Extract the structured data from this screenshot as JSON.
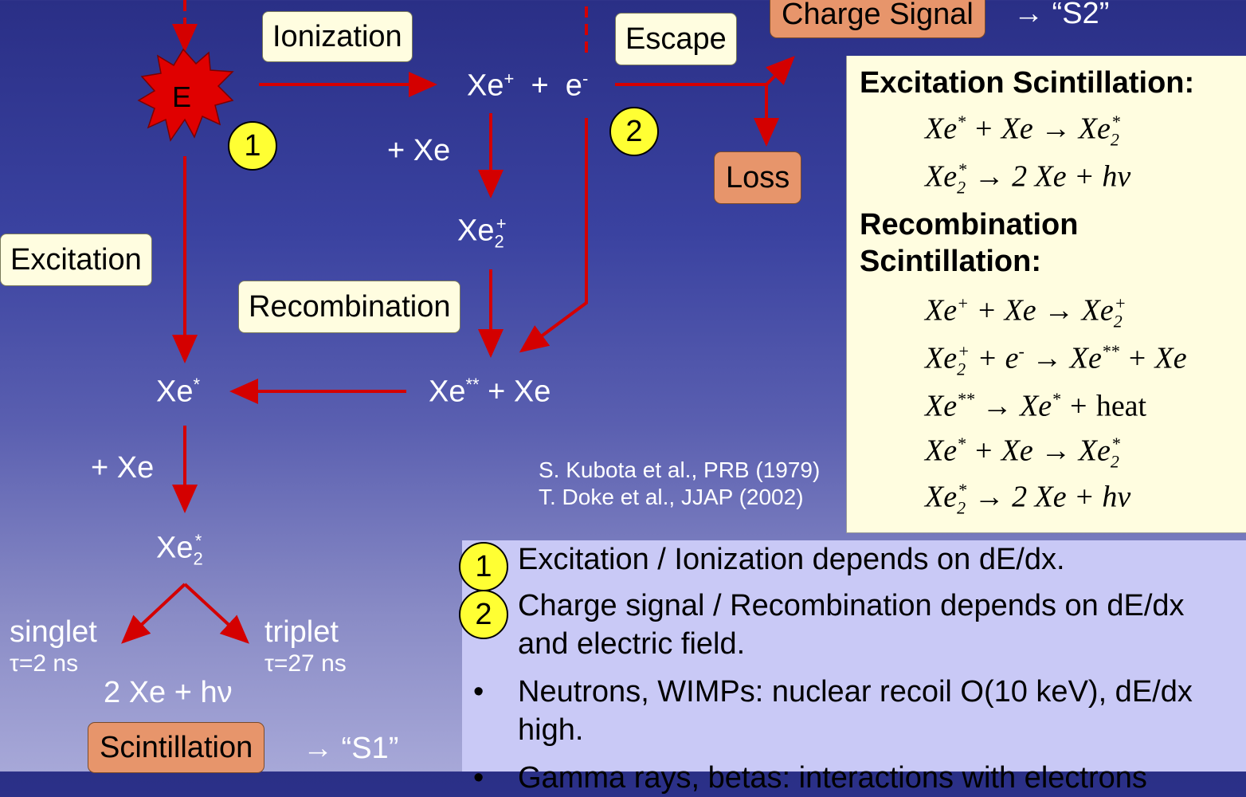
{
  "labels": {
    "ionization": "Ionization",
    "escape": "Escape",
    "charge_signal": "Charge Signal",
    "s2": "→ “S2”",
    "loss": "Loss",
    "excitation": "Excitation",
    "recombination": "Recombination",
    "scintillation": "Scintillation",
    "s1": "→ “S1”",
    "energy": "E",
    "plus_xe_1": "+ Xe",
    "plus_xe_2": "+ Xe",
    "singlet": "singlet",
    "singlet_tau": "τ=2 ns",
    "triplet": "triplet",
    "triplet_tau": "τ=27 ns",
    "products": "2 Xe + hν",
    "marker1": "1",
    "marker2": "2"
  },
  "species": {
    "ion_pair": {
      "a": "Xe",
      "a_sup": "+",
      "plus": "+",
      "b": "e",
      "b_sup": "-"
    },
    "dimer_ion": {
      "a": "Xe",
      "sub": "2",
      "sup": "+"
    },
    "xe_star": {
      "a": "Xe",
      "sup": "*"
    },
    "xe_ss_xe": {
      "a": "Xe",
      "sup": "**",
      "rest": " + Xe"
    },
    "excimer": {
      "a": "Xe",
      "sub": "2",
      "sup": "*"
    }
  },
  "references": [
    "S. Kubota et al., PRB (1979)",
    "T. Doke et al., JJAP (2002)"
  ],
  "equations": {
    "excitation_title": "Excitation Scintillation:",
    "recombination_title_1": "Recombination",
    "recombination_title_2": "Scintillation:"
  },
  "notes": [
    {
      "marker": "1",
      "text": "Excitation / Ionization depends on dE/dx."
    },
    {
      "marker": "2",
      "text": "Charge signal / Recombination depends on dE/dx and electric field."
    },
    {
      "marker": "•",
      "text": "Neutrons, WIMPs: nuclear recoil O(10 keV), dE/dx high."
    },
    {
      "marker": "•",
      "text": "Gamma rays, betas: interactions with electrons"
    }
  ],
  "colors": {
    "arrow": "#d40000",
    "tag_fill": "#fffde0",
    "orange_tag": "#e7956b",
    "marker_fill": "#ffff33",
    "notes_bg": "#c9c9f6"
  }
}
